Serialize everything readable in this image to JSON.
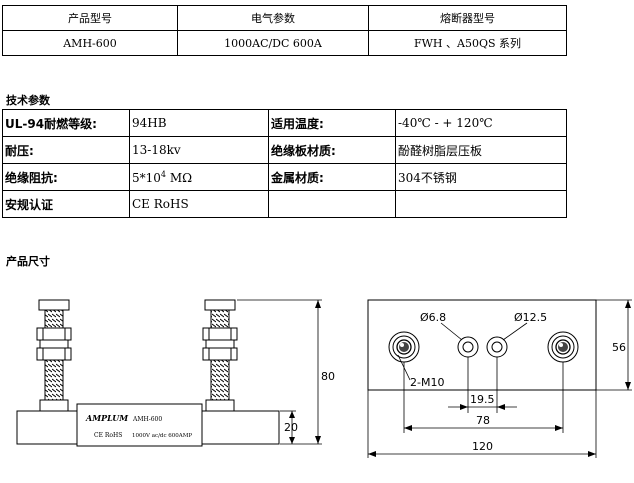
{
  "model_table": {
    "headers": [
      "产品型号",
      "电气参数",
      "熔断器型号"
    ],
    "row": [
      "AMH-600",
      "1000AC/DC 600A",
      "FWH 、A50QS 系列"
    ]
  },
  "specs": {
    "title": "技术参数",
    "rows": [
      {
        "label1": "UL-94耐燃等级:",
        "value1": "94HB",
        "label2": "适用温度:",
        "value2": "-40℃ - + 120℃"
      },
      {
        "label1": "耐压:",
        "value1": "13-18kv",
        "label2": "绝缘板材质:",
        "value2": "酚醛树脂层压板"
      },
      {
        "label1": "绝缘阻抗:",
        "value1_base": "5*10",
        "value1_sup": "4",
        "value1_unit": " MΩ",
        "label2": "金属材质:",
        "value2": "304不锈钢"
      },
      {
        "label1": "安规认证",
        "value1": "CE RoHS",
        "label2": "",
        "value2": ""
      }
    ]
  },
  "dimensions": {
    "title": "产品尺寸",
    "side_view": {
      "height_total": "80",
      "height_base": "20",
      "plate_brand": "AMPLUM",
      "plate_model": "AMH-600",
      "plate_cert": "CE RoHS",
      "plate_rating": "1000V ac/dc 600AMP"
    },
    "top_view": {
      "hole_small": "Ø6.8",
      "hole_large": "Ø12.5",
      "thread": "2-M10",
      "width_total": "120",
      "hole_span": "78",
      "center_gap": "19.5",
      "depth": "56"
    }
  }
}
